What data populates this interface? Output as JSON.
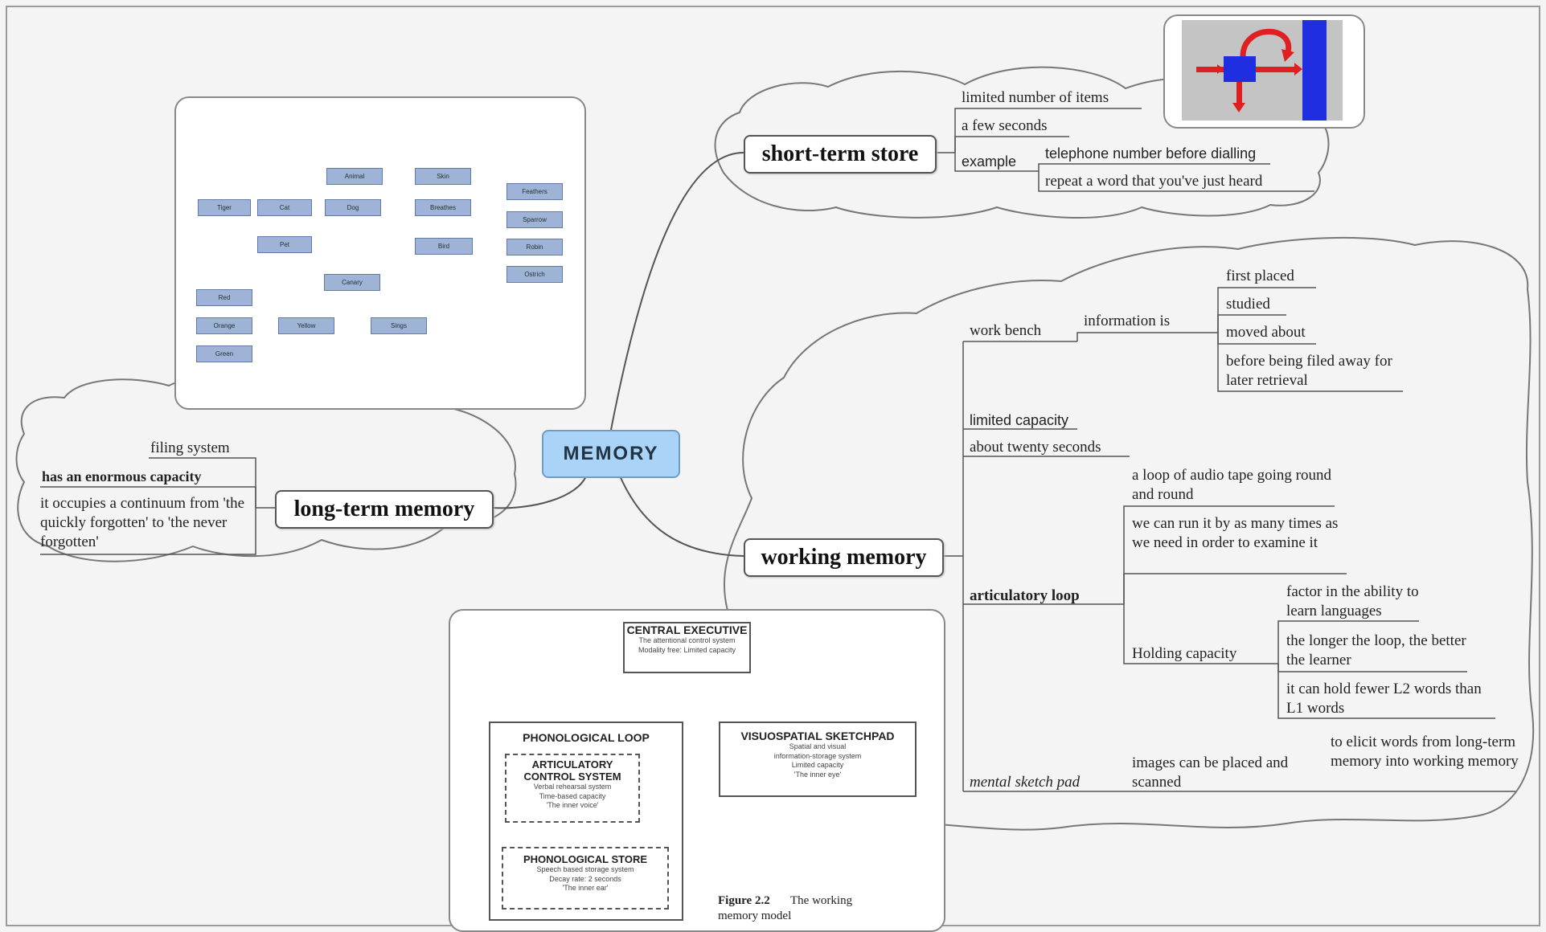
{
  "center": {
    "label": "MEMORY"
  },
  "short_term": {
    "label": "short-term store",
    "items": [
      "limited number of items",
      "a few seconds"
    ],
    "example": {
      "label": "example",
      "items": [
        "telephone number before dialling",
        "repeat a word that you've just heard"
      ]
    }
  },
  "long_term": {
    "label": "long-term memory",
    "items": {
      "filing": "filing system",
      "capacity": "has an enormous capacity",
      "continuum": "it occupies a continuum from 'the quickly forgotten' to 'the never forgotten'"
    }
  },
  "working": {
    "label": "working memory",
    "work_bench": {
      "label": "work bench",
      "info": "information is",
      "items": [
        "first placed",
        "studied",
        "moved about",
        "before being filed away for later retrieval"
      ]
    },
    "limited": "limited capacity",
    "twenty": "about twenty seconds",
    "articulatory": {
      "label": "articulatory loop",
      "loop": "a loop of audio tape going round and round",
      "run": "we can run it by as many times as we need in order to examine it",
      "holding": {
        "label": "Holding capacity",
        "items": [
          "factor in the ability to learn languages",
          "the longer the loop, the better the learner",
          "it can hold fewer L2 words than L1 words"
        ]
      }
    },
    "sketch": {
      "label": "mental sketch pad",
      "images": "images can be placed and scanned",
      "elicit": "to elicit words from long-term memory into working memory"
    }
  },
  "semantic_net": {
    "nodes": [
      "Animal",
      "Skin",
      "Tiger",
      "Cat",
      "Dog",
      "Breathes",
      "Feathers",
      "Pet",
      "Bird",
      "Sparrow",
      "Robin",
      "Ostrich",
      "Canary",
      "Red",
      "Orange",
      "Yellow",
      "Sings",
      "Green"
    ]
  },
  "wm_model": {
    "central": {
      "title": "CENTRAL EXECUTIVE",
      "desc": [
        "The attentional control system",
        "Modality free: Limited capacity"
      ]
    },
    "phon_loop": {
      "title": "PHONOLOGICAL LOOP"
    },
    "artic": {
      "title": "ARTICULATORY CONTROL SYSTEM",
      "desc": [
        "Verbal rehearsal system",
        "Time-based capacity",
        "'The inner voice'"
      ]
    },
    "store": {
      "title": "PHONOLOGICAL STORE",
      "desc": [
        "Speech based storage system",
        "Decay rate: 2 seconds",
        "'The inner ear'"
      ]
    },
    "visuo": {
      "title": "VISUOSPATIAL SKETCHPAD",
      "desc": [
        "Spatial and visual",
        "information-storage system",
        "Limited capacity",
        "'The inner eye'"
      ]
    },
    "caption_num": "Figure 2.2",
    "caption_text": "The working memory model"
  },
  "colors": {
    "center_fill": "#a9d4f7",
    "node_fill": "#9fb3d6",
    "loop_red": "#e02020",
    "pillar_blue": "#1f2ee0"
  }
}
